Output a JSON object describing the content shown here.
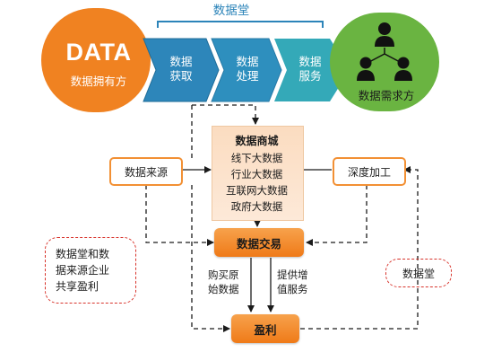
{
  "banner": {
    "owner_word": "DATA",
    "owner_label": "数据拥有方",
    "hall_title": "数据堂",
    "stages": [
      {
        "line1": "数据",
        "line2": "获取"
      },
      {
        "line1": "数据",
        "line2": "处理"
      },
      {
        "line1": "数据",
        "line2": "服务"
      }
    ],
    "demand_label": "数据需求方",
    "colors": {
      "owner": "#f08221",
      "hall": "#2c84b9",
      "demand": "#6ab441"
    }
  },
  "flow": {
    "source": "数据来源",
    "deep_processing": "深度加工",
    "mall": {
      "title": "数据商城",
      "items": [
        "线下大数据",
        "行业大数据",
        "互联网大数据",
        "政府大数据"
      ]
    },
    "exchange": "数据交易",
    "buy_raw": {
      "line1": "购买原",
      "line2": "始数据"
    },
    "value_add": {
      "line1": "提供增",
      "line2": "值服务"
    },
    "profit": "盈利",
    "left_note": [
      "数据堂和数",
      "据来源企业",
      "共享盈利"
    ],
    "right_note": "数据堂"
  }
}
